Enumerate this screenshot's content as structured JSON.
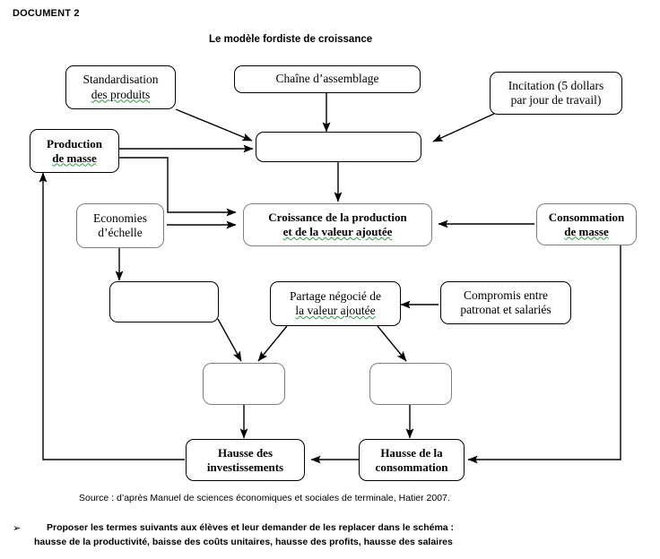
{
  "document": {
    "header": "DOCUMENT 2",
    "title": "Le modèle fordiste de croissance",
    "source": "Source : d’après Manuel de sciences économiques et sociales de terminale, Hatier 2007.",
    "task_bullet": "➢",
    "task_line_1": "Proposer les termes suivants  aux élèves et leur demander de les replacer dans  le schéma :",
    "task_line_2": "hausse de la productivité, baisse  des coûts unitaires, hausse des profits, hausse des salaires"
  },
  "colors": {
    "ink": "#000000",
    "box_border": "#000000",
    "box_border_thick": "#808080",
    "background": "#ffffff",
    "spell_squiggle": "#2f9e44"
  },
  "nodes": [
    {
      "id": "standardisation",
      "line1": "Standardisation",
      "line2": "des produits",
      "bold": false,
      "thick": false,
      "empty": false
    },
    {
      "id": "chaine-assemblage",
      "line1": "Chaîne d’assemblage",
      "line2": "",
      "bold": false,
      "thick": false,
      "empty": false
    },
    {
      "id": "incitation",
      "line1": "Incitation (5 dollars",
      "line2": "par jour de travail)",
      "bold": false,
      "thick": false,
      "empty": false
    },
    {
      "id": "production-de-masse",
      "line1": "Production",
      "line2": "de masse",
      "bold": true,
      "thick": false,
      "empty": false
    },
    {
      "id": "blank-top-center",
      "line1": "",
      "line2": "",
      "bold": false,
      "thick": false,
      "empty": true
    },
    {
      "id": "economies-echelle",
      "line1": "Economies",
      "line2": "d’échelle",
      "bold": false,
      "thick": true,
      "empty": false
    },
    {
      "id": "croissance-production",
      "line1": "Croissance de la production",
      "line2": "et de la valeur ajoutée",
      "bold": true,
      "thick": true,
      "empty": false
    },
    {
      "id": "consommation-de-masse",
      "line1": "Consommation",
      "line2": "de masse",
      "bold": true,
      "thick": true,
      "empty": false
    },
    {
      "id": "blank-mid-left",
      "line1": "",
      "line2": "",
      "bold": false,
      "thick": false,
      "empty": true
    },
    {
      "id": "partage-negocie",
      "line1": "Partage négocié de",
      "line2": "la valeur ajoutée",
      "bold": false,
      "thick": false,
      "empty": false
    },
    {
      "id": "compromis",
      "line1": "Compromis entre",
      "line2": "patronat et salariés",
      "bold": false,
      "thick": false,
      "empty": false
    },
    {
      "id": "blank-lower-left",
      "line1": "",
      "line2": "",
      "bold": false,
      "thick": true,
      "empty": true
    },
    {
      "id": "blank-lower-right",
      "line1": "",
      "line2": "",
      "bold": false,
      "thick": true,
      "empty": true
    },
    {
      "id": "hausse-investissements",
      "line1": "Hausse des",
      "line2": "investissements",
      "bold": true,
      "thick": false,
      "empty": false
    },
    {
      "id": "hausse-consommation",
      "line1": "Hausse de la",
      "line2": "consommation",
      "bold": true,
      "thick": false,
      "empty": false
    }
  ]
}
